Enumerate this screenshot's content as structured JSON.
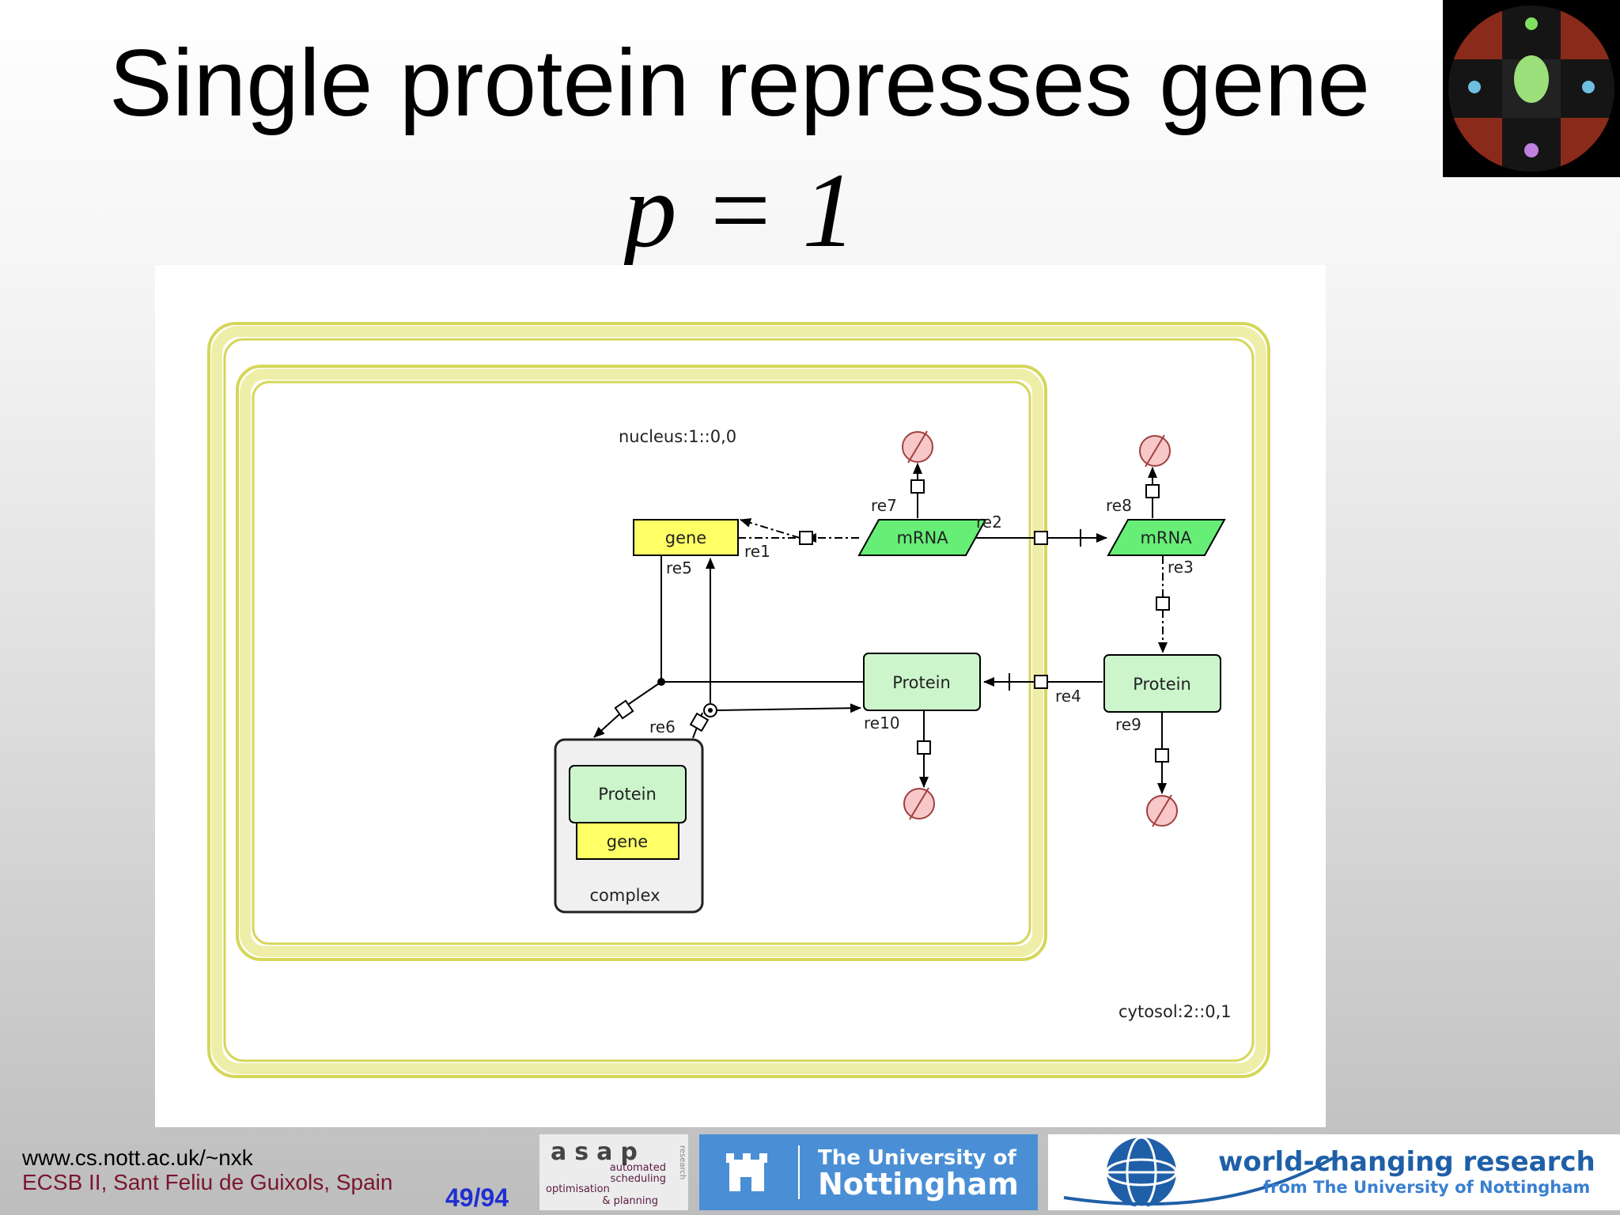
{
  "slide": {
    "title": "Single protein represses gene",
    "formula": "p = 1",
    "footer": {
      "url": "www.cs.nott.ac.uk/~nxk",
      "venue": "ECSB II, Sant Feliu de Guixols, Spain",
      "page": "49/94"
    }
  },
  "diagram": {
    "nucleus_label": "nucleus:1::0,0",
    "cytosol_label": "cytosol:2::0,1",
    "species": {
      "gene": "gene",
      "mrna_nucleus": "mRNA",
      "mrna_cytosol": "mRNA",
      "protein_nucleus": "Protein",
      "protein_cytosol": "Protein",
      "complex_protein": "Protein",
      "complex_gene": "gene",
      "complex": "complex"
    },
    "reactions": {
      "re1": "re1",
      "re2": "re2",
      "re3": "re3",
      "re4": "re4",
      "re5": "re5",
      "re6": "re6",
      "re7": "re7",
      "re8": "re8",
      "re9": "re9",
      "re10": "re10"
    }
  },
  "logos": {
    "asap": {
      "name": "asap",
      "lines": [
        "automated",
        "scheduling",
        "optimisation",
        "& planning"
      ],
      "side": "research"
    },
    "uon": {
      "line1": "The University of",
      "line2": "Nottingham"
    },
    "wcr": {
      "line1": "world-changing research",
      "line2": "from The University of Nottingham"
    }
  },
  "colors": {
    "compartment": "#e8e88c",
    "gene": "#ffff66",
    "mrna": "#66ee77",
    "protein": "#ccf5cc",
    "degraded": "#f8c8c8",
    "page_number": "#1f2fd0",
    "venue": "#7a1530"
  }
}
